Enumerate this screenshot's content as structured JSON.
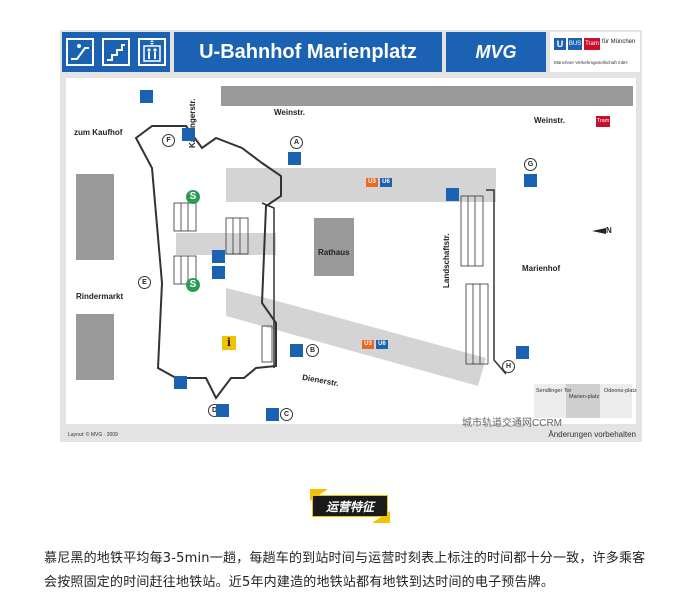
{
  "map": {
    "title": "U-Bahnhof Marienplatz",
    "brand": "MVG",
    "mvv": {
      "u": "U",
      "bus": "BUS",
      "tram": "Tram",
      "text1": "für München",
      "text2": "Münchner Verkehrsgesellschaft mbH"
    },
    "header_icons": [
      "escalator-icon",
      "stairs-icon",
      "elevator-icon"
    ],
    "streets": {
      "weinstr_left": "Weinstr.",
      "weinstr_right": "Weinstr.",
      "kaufingerstr": "Kaufingerstr.",
      "zum_kaufhof": "zum Kaufhof",
      "rindermarkt": "Rindermarkt",
      "rathaus": "Rathaus",
      "landschaftstr": "Landschaftstr.",
      "marienhof": "Marienhof",
      "dienerstr": "Dienerstr."
    },
    "exits": [
      "A",
      "B",
      "C",
      "D",
      "E",
      "F",
      "G",
      "H"
    ],
    "lines": [
      {
        "u3": "U3",
        "u6": "U6"
      },
      {
        "u3": "U3",
        "u6": "U6"
      }
    ],
    "sbahn": "S",
    "info": "i",
    "tram": "Tram",
    "compass": "N",
    "locator": {
      "left": "Sendlinger Tor",
      "center": "Marien-platz",
      "right": "Odeons-platz"
    },
    "footer_left": "Layout: © MVG · 2009",
    "footer_right": "Änderungen vorbehalten",
    "watermark": "城市轨道交通网CCRM"
  },
  "section": {
    "heading": "运营特征"
  },
  "caption": "慕尼黑的地铁平均每3-5min一趟，每趟车的到站时间与运营时刻表上标注的时间都十分一致，许多乘客会按照固定的时间赶往地铁站。近5年内建造的地铁站都有地铁到达时间的电子预告牌。",
  "colors": {
    "mvg_blue": "#1b63b2",
    "u3_orange": "#ec6726",
    "sbahn_green": "#2a9d54",
    "info_yellow": "#f2c200",
    "tram_red": "#c8102e"
  }
}
